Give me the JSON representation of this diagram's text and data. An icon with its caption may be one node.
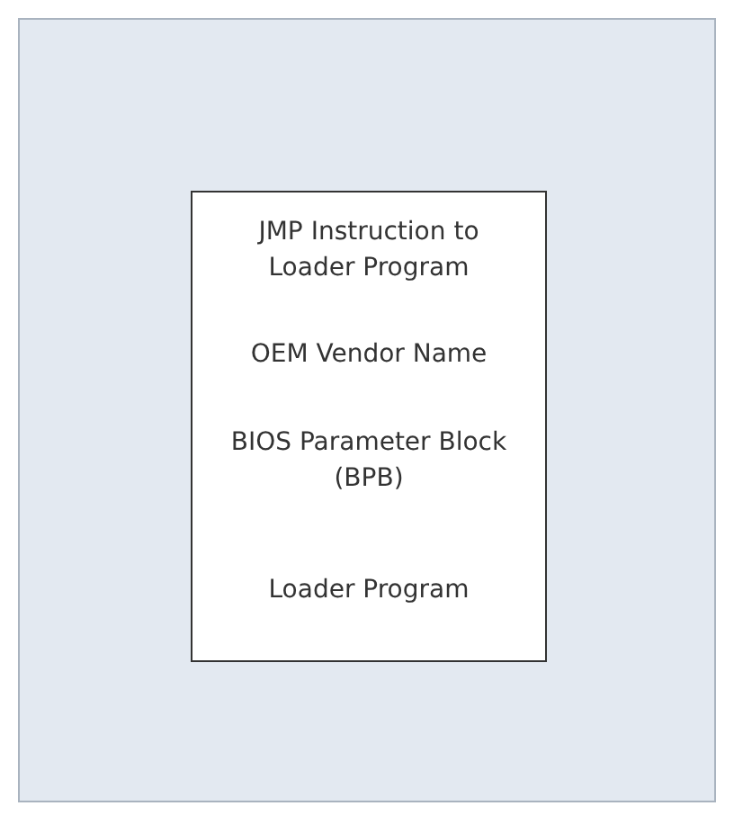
{
  "diagram": {
    "nodes": [
      {
        "text": [
          "JMP Instruction to Loader Program"
        ]
      },
      {
        "text": [
          "OEM Vendor Name"
        ]
      },
      {
        "text": [
          "BIOS Parameter Block (BPB)"
        ]
      },
      {
        "text": [
          "Loader Program"
        ]
      }
    ]
  }
}
